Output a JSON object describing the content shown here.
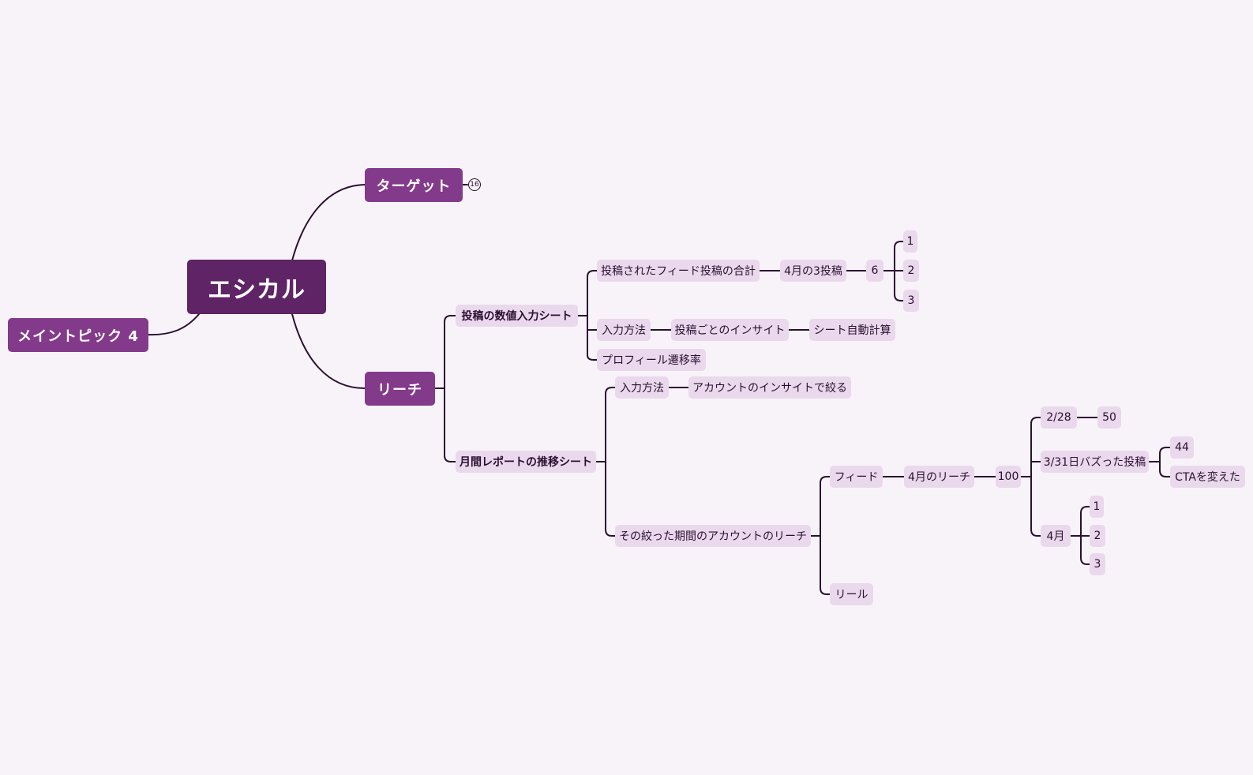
{
  "colors": {
    "background": "#f8f3f9",
    "root": "#5f2466",
    "main_topic": "#833a8a",
    "subtopic": "#ead8ec",
    "line": "#2a1030"
  },
  "central_topic": "エシカル",
  "main_topics": {
    "target": "ターゲット",
    "target_count": "16",
    "reach": "リーチ",
    "topic4": "メイントピック 4"
  },
  "reach": {
    "post_sheet": {
      "label": "投稿の数値入力シート",
      "feed_total": "投稿されたフィード投稿の合計",
      "april_posts": "4月の3投稿",
      "count": "6",
      "items": [
        "1",
        "2",
        "3"
      ],
      "input_method": "入力方法",
      "insight_per_post": "投稿ごとのインサイト",
      "auto_calc": "シート自動計算",
      "profile_rate": "プロフィール遷移率"
    },
    "monthly_sheet": {
      "label": "月間レポートの推移シート",
      "input_method": "入力方法",
      "account_insight": "アカウントのインサイトで絞る",
      "period_reach": "その絞った期間のアカウントのリーチ",
      "feed": "フィード",
      "april_reach": "4月のリーチ",
      "value_100": "100",
      "feb28": "2/28",
      "feb28_value": "50",
      "mar31_buzz": "3/31日バズった投稿",
      "mar31_value": "44",
      "cta_changed": "CTAを変えた",
      "april": "4月",
      "april_items": [
        "1",
        "2",
        "3"
      ],
      "reel": "リール"
    }
  }
}
